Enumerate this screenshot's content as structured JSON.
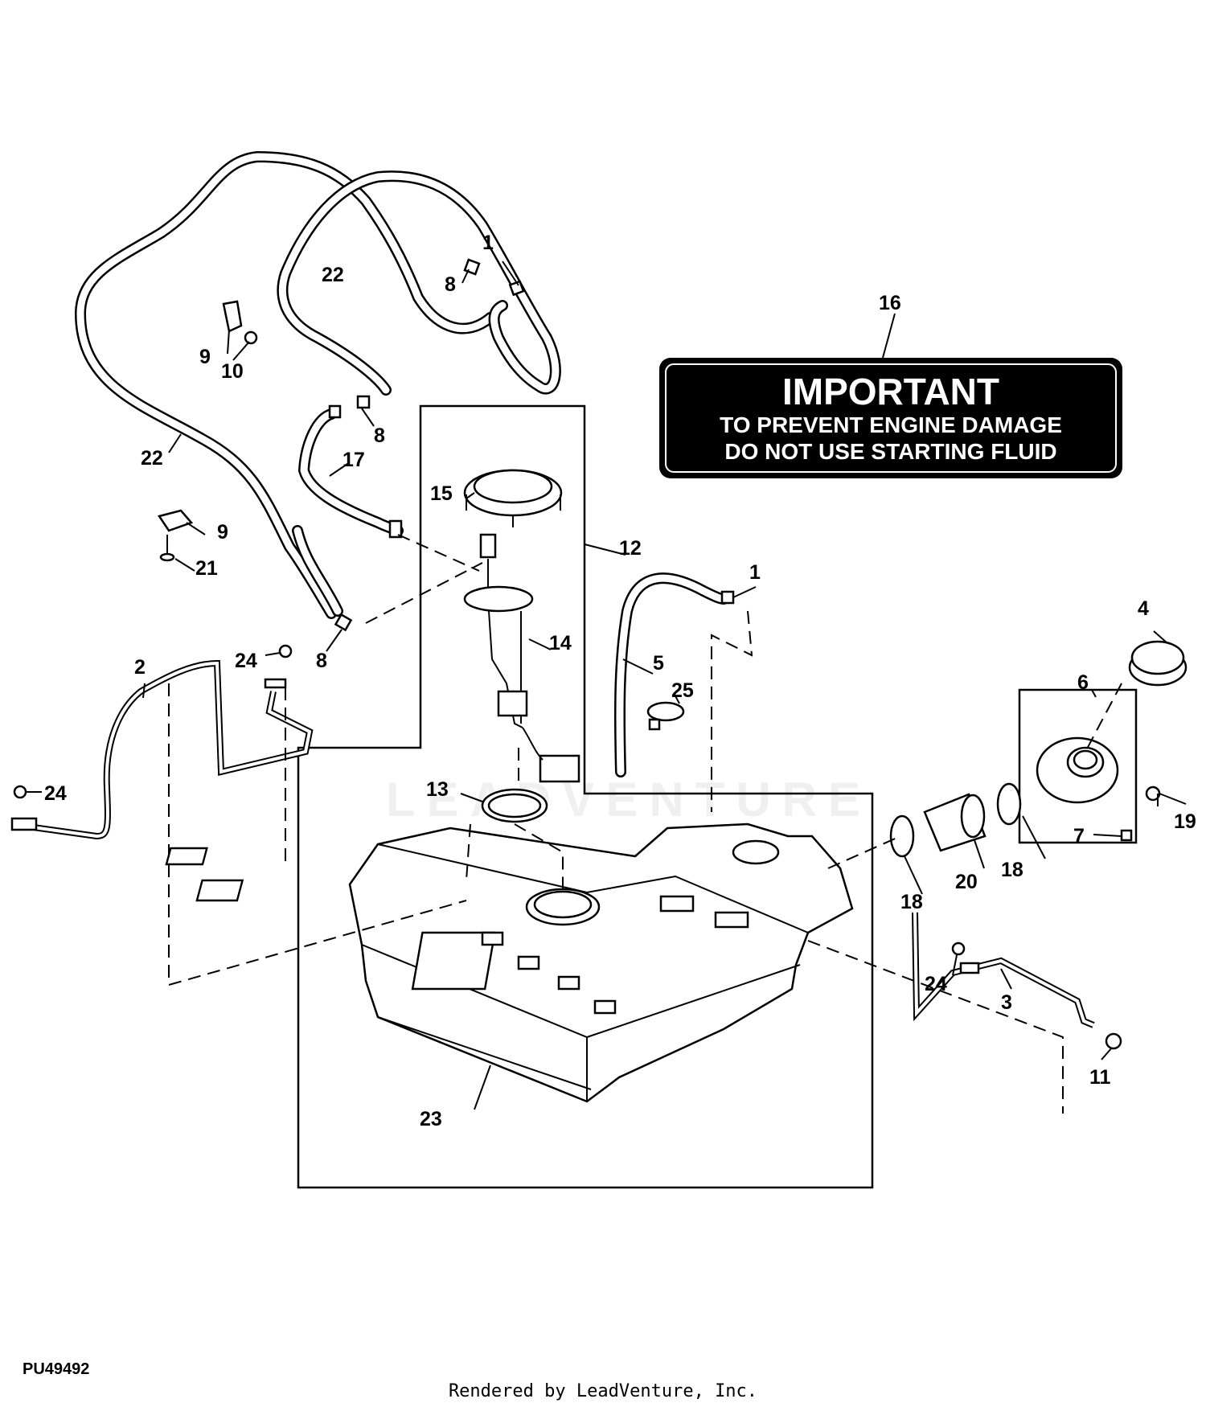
{
  "diagram_id": "PU49492",
  "footer": "Rendered by LeadVenture, Inc.",
  "watermark": "LEADVENTURE",
  "decal": {
    "line1": "IMPORTANT",
    "line2": "TO PREVENT ENGINE DAMAGE",
    "line3": "DO NOT USE STARTING FLUID"
  },
  "callouts": [
    {
      "id": "c1a",
      "text": "1"
    },
    {
      "id": "c1b",
      "text": "1"
    },
    {
      "id": "c2",
      "text": "2"
    },
    {
      "id": "c3",
      "text": "3"
    },
    {
      "id": "c4",
      "text": "4"
    },
    {
      "id": "c5",
      "text": "5"
    },
    {
      "id": "c6",
      "text": "6"
    },
    {
      "id": "c7",
      "text": "7"
    },
    {
      "id": "c8a",
      "text": "8"
    },
    {
      "id": "c8b",
      "text": "8"
    },
    {
      "id": "c8c",
      "text": "8"
    },
    {
      "id": "c9a",
      "text": "9"
    },
    {
      "id": "c9b",
      "text": "9"
    },
    {
      "id": "c10",
      "text": "10"
    },
    {
      "id": "c11",
      "text": "11"
    },
    {
      "id": "c12",
      "text": "12"
    },
    {
      "id": "c13",
      "text": "13"
    },
    {
      "id": "c14",
      "text": "14"
    },
    {
      "id": "c15",
      "text": "15"
    },
    {
      "id": "c16",
      "text": "16"
    },
    {
      "id": "c17",
      "text": "17"
    },
    {
      "id": "c18a",
      "text": "18"
    },
    {
      "id": "c18b",
      "text": "18"
    },
    {
      "id": "c19",
      "text": "19"
    },
    {
      "id": "c20",
      "text": "20"
    },
    {
      "id": "c21",
      "text": "21"
    },
    {
      "id": "c22a",
      "text": "22"
    },
    {
      "id": "c22b",
      "text": "22"
    },
    {
      "id": "c23",
      "text": "23"
    },
    {
      "id": "c24a",
      "text": "24"
    },
    {
      "id": "c24b",
      "text": "24"
    },
    {
      "id": "c24c",
      "text": "24"
    },
    {
      "id": "c25",
      "text": "25"
    }
  ]
}
